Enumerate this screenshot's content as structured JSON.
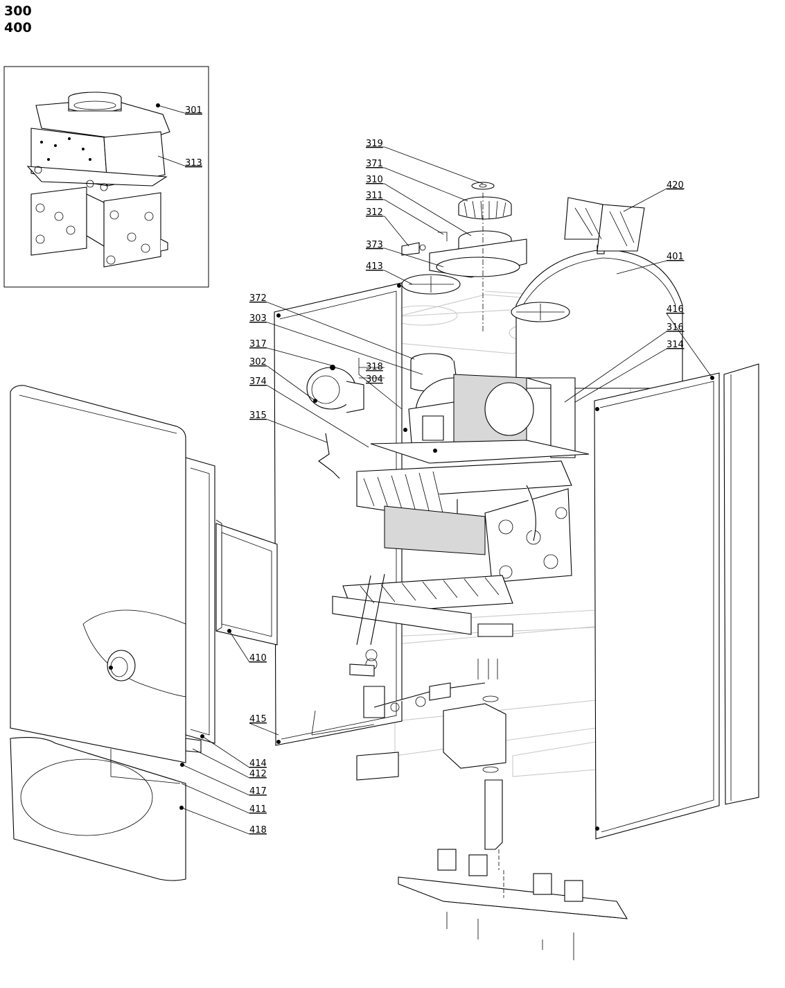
{
  "header": {
    "line1": "300",
    "line2": "400"
  },
  "callouts": [
    {
      "id": "c301",
      "label": "301"
    },
    {
      "id": "c313",
      "label": "313"
    },
    {
      "id": "c319",
      "label": "319"
    },
    {
      "id": "c371",
      "label": "371"
    },
    {
      "id": "c310",
      "label": "310"
    },
    {
      "id": "c311",
      "label": "311"
    },
    {
      "id": "c312",
      "label": "312"
    },
    {
      "id": "c373",
      "label": "373"
    },
    {
      "id": "c413",
      "label": "413"
    },
    {
      "id": "c420",
      "label": "420"
    },
    {
      "id": "c401",
      "label": "401"
    },
    {
      "id": "c372",
      "label": "372"
    },
    {
      "id": "c303",
      "label": "303"
    },
    {
      "id": "c317",
      "label": "317"
    },
    {
      "id": "c318",
      "label": "318"
    },
    {
      "id": "c304",
      "label": "304"
    },
    {
      "id": "c302",
      "label": "302"
    },
    {
      "id": "c374",
      "label": "374"
    },
    {
      "id": "c315",
      "label": "315"
    },
    {
      "id": "c416",
      "label": "416"
    },
    {
      "id": "c316",
      "label": "316"
    },
    {
      "id": "c314",
      "label": "314"
    },
    {
      "id": "c410",
      "label": "410"
    },
    {
      "id": "c415",
      "label": "415"
    },
    {
      "id": "c414",
      "label": "414"
    },
    {
      "id": "c412",
      "label": "412"
    },
    {
      "id": "c417",
      "label": "417"
    },
    {
      "id": "c411",
      "label": "411"
    },
    {
      "id": "c418",
      "label": "418"
    }
  ]
}
